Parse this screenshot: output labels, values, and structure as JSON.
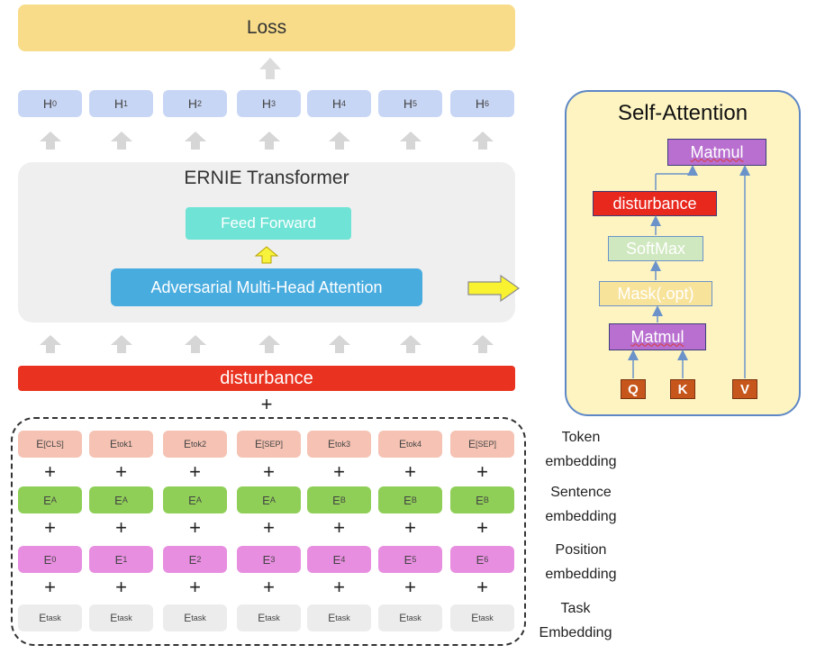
{
  "loss": {
    "label": "Loss"
  },
  "hidden": [
    "H0",
    "H1",
    "H2",
    "H3",
    "H4",
    "H5",
    "H6"
  ],
  "hidden_parts": [
    {
      "base": "H",
      "sub": "0"
    },
    {
      "base": "H",
      "sub": "1"
    },
    {
      "base": "H",
      "sub": "2"
    },
    {
      "base": "H",
      "sub": "3"
    },
    {
      "base": "H",
      "sub": "4"
    },
    {
      "base": "H",
      "sub": "5"
    },
    {
      "base": "H",
      "sub": "6"
    }
  ],
  "transformer": {
    "title": "ERNIE Transformer",
    "feed_forward": "Feed Forward",
    "attention": "Adversarial Multi-Head Attention"
  },
  "disturbance": "disturbance",
  "plus": "+",
  "token_embeddings": [
    {
      "base": "E",
      "sub": "[CLS]"
    },
    {
      "base": "E",
      "sub": "tok1"
    },
    {
      "base": "E",
      "sub": "tok2"
    },
    {
      "base": "E",
      "sub": "[SEP]"
    },
    {
      "base": "E",
      "sub": "tok3"
    },
    {
      "base": "E",
      "sub": "tok4"
    },
    {
      "base": "E",
      "sub": "[SEP]"
    }
  ],
  "sentence_embeddings": [
    {
      "base": "E",
      "sub": "A"
    },
    {
      "base": "E",
      "sub": "A"
    },
    {
      "base": "E",
      "sub": "A"
    },
    {
      "base": "E",
      "sub": "A"
    },
    {
      "base": "E",
      "sub": "B"
    },
    {
      "base": "E",
      "sub": "B"
    },
    {
      "base": "E",
      "sub": "B"
    }
  ],
  "position_embeddings": [
    {
      "base": "E",
      "sub": "0"
    },
    {
      "base": "E",
      "sub": "1"
    },
    {
      "base": "E",
      "sub": "2"
    },
    {
      "base": "E",
      "sub": "3"
    },
    {
      "base": "E",
      "sub": "4"
    },
    {
      "base": "E",
      "sub": "5"
    },
    {
      "base": "E",
      "sub": "6"
    }
  ],
  "task_embeddings": [
    {
      "base": "E",
      "sub": "task"
    },
    {
      "base": "E",
      "sub": "task"
    },
    {
      "base": "E",
      "sub": "task"
    },
    {
      "base": "E",
      "sub": "task"
    },
    {
      "base": "E",
      "sub": "task"
    },
    {
      "base": "E",
      "sub": "task"
    },
    {
      "base": "E",
      "sub": "task"
    }
  ],
  "row_labels": {
    "token": [
      "Token",
      "embedding"
    ],
    "sentence": [
      "Sentence",
      "embedding"
    ],
    "position": [
      "Position",
      "embedding"
    ],
    "task": [
      "Task",
      "Embedding"
    ]
  },
  "self_attention": {
    "title": "Self-Attention",
    "matmul_top": "Matmul",
    "disturbance": "disturbance",
    "softmax": "SoftMax",
    "mask": "Mask(.opt)",
    "matmul_bottom": "Matmul",
    "q": "Q",
    "k": "K",
    "v": "V"
  },
  "colors": {
    "loss": "#f8dc8a",
    "hidden": "#c8d6f5",
    "transformer_bg": "#efefef",
    "feed_forward": "#6fe3d6",
    "attention": "#49acdf",
    "disturbance": "#e9321f",
    "token": "#f5c2b3",
    "sentence": "#8fcf57",
    "position": "#e88ee0",
    "task": "#ececec",
    "self_attention_bg": "#fdf4c2",
    "qkv": "#c7561c"
  }
}
